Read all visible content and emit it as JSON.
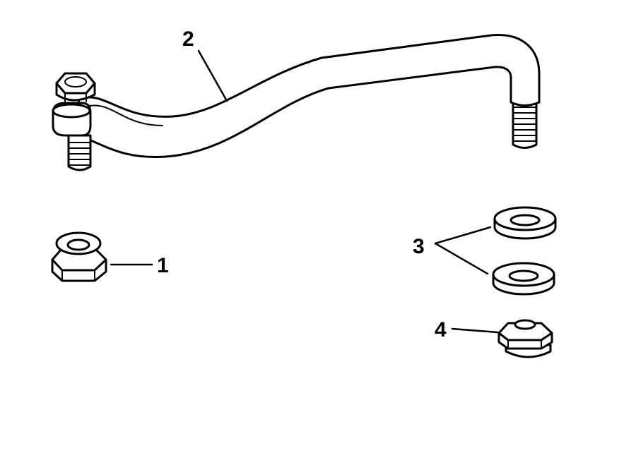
{
  "callouts": {
    "c1": "1",
    "c2": "2",
    "c3": "3",
    "c4": "4"
  },
  "colors": {
    "ink": "#000000",
    "background": "#ffffff"
  }
}
